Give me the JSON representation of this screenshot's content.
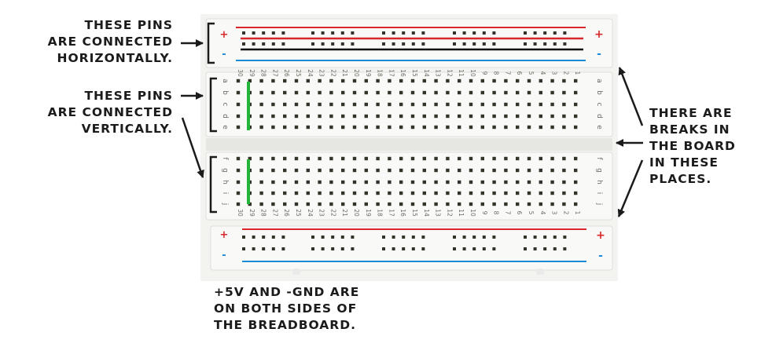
{
  "labels": {
    "horizontal": [
      "THESE PINS",
      "ARE CONNECTED",
      "HORIZONTALLY."
    ],
    "vertical": [
      "THESE PINS",
      "ARE CONNECTED",
      "VERTICALLY."
    ],
    "breaks": [
      "THERE ARE",
      "BREAKS IN",
      "THE BOARD",
      "IN THESE",
      "PLACES."
    ],
    "power": [
      "+5V AND -GND ARE",
      "ON BOTH SIDES OF",
      "THE BREADBOARD."
    ]
  },
  "board": {
    "rail_plus": "+",
    "rail_minus": "-",
    "column_numbers": [
      "30",
      "29",
      "28",
      "27",
      "26",
      "25",
      "24",
      "23",
      "22",
      "21",
      "20",
      "19",
      "18",
      "17",
      "16",
      "15",
      "14",
      "13",
      "12",
      "11",
      "10",
      "9",
      "8",
      "7",
      "6",
      "5",
      "4",
      "3",
      "2",
      "1"
    ],
    "top_rows": [
      "a",
      "b",
      "c",
      "d",
      "e"
    ],
    "bottom_rows": [
      "f",
      "g",
      "h",
      "i",
      "j"
    ]
  },
  "colors": {
    "board": "#f3f3ef",
    "red_line": "#d8272b",
    "blue_line": "#1d8ad6",
    "hole": "#33332a",
    "green_wire": "#23b53a",
    "black_wire": "#111111",
    "text": "#1b1b1b"
  }
}
